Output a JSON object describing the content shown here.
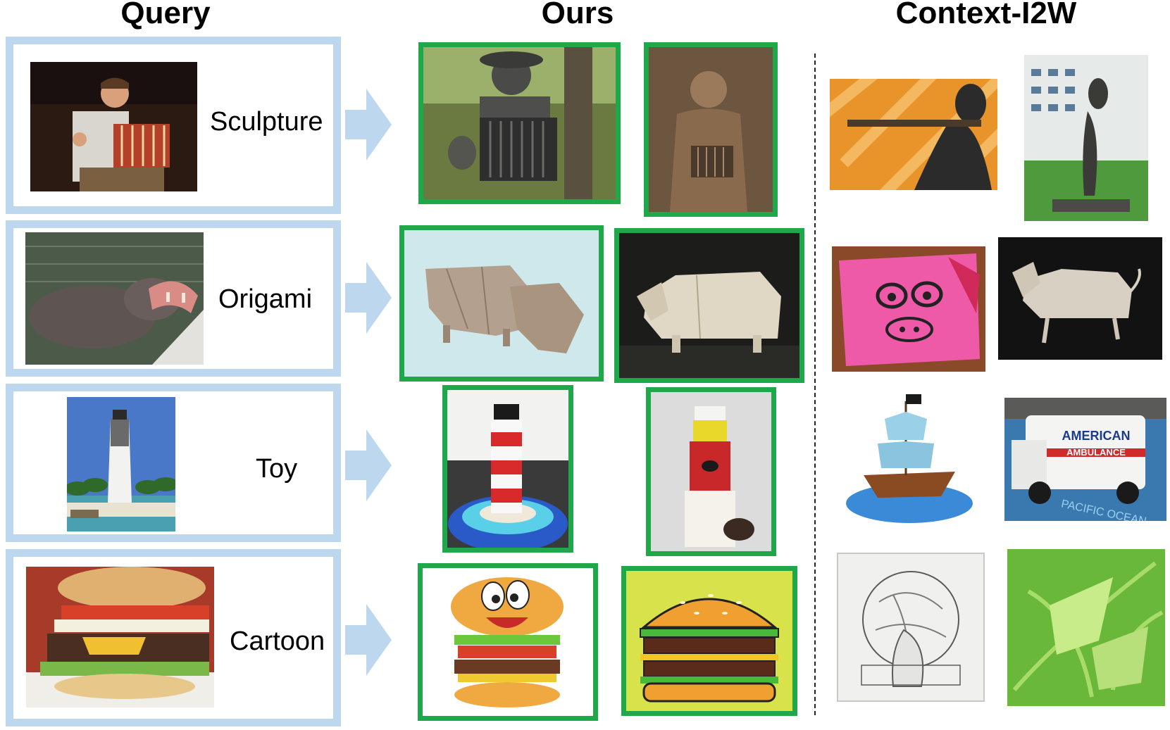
{
  "headings": {
    "query": "Query",
    "ours": "Ours",
    "baseline": "Context-I2W"
  },
  "rows": [
    {
      "style": "Sculpture",
      "query_image": "accordion-player-photo",
      "ours_images": [
        "accordion-player-bronze-statue",
        "accordion-man-relief-sculpture"
      ],
      "baseline_images": [
        "flute-player-dark-sculpture",
        "flute-player-outdoor-statue"
      ]
    },
    {
      "style": "Origami",
      "query_image": "hippopotamus-photo",
      "ours_images": [
        "origami-hippo-light",
        "origami-hippo-dark"
      ],
      "baseline_images": [
        "pink-paper-pig-face",
        "origami-pig"
      ]
    },
    {
      "style": "Toy",
      "query_image": "lighthouse-photo",
      "ours_images": [
        "crochet-lighthouse-red-white",
        "crochet-lighthouse-tall"
      ],
      "baseline_images": [
        "toy-pirate-ship",
        "toy-ambulance"
      ]
    },
    {
      "style": "Cartoon",
      "query_image": "hamburger-photo",
      "ours_images": [
        "cartoon-burger-character",
        "cartoon-burger-yellow"
      ],
      "baseline_images": [
        "cabbage-pencil-sketch",
        "green-leaf-print"
      ]
    }
  ],
  "baseline_text": {
    "ambulance_line1": "AMERICAN",
    "ambulance_line2": "AMBULANCE",
    "ambulance_road": "PACIFIC OCEAN"
  },
  "colors": {
    "query_border": "#bdd7ee",
    "arrow": "#bdd7ee",
    "result_border": "#1fa84a"
  }
}
